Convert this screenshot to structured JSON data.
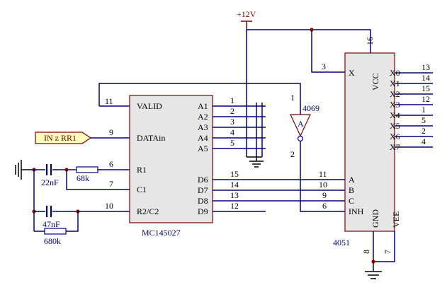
{
  "power": {
    "label": "+12V"
  },
  "input_port": {
    "label": "IN z RR1"
  },
  "u1": {
    "name": "MC145027",
    "left_pins": [
      {
        "name": "VALID",
        "num": "11"
      },
      {
        "name": "DATAin",
        "num": "9"
      },
      {
        "name": "R1",
        "num": "6"
      },
      {
        "name": "C1",
        "num": "7"
      },
      {
        "name": "R2/C2",
        "num": "10"
      }
    ],
    "right_pins": [
      {
        "name": "A1",
        "num": "1"
      },
      {
        "name": "A2",
        "num": "2"
      },
      {
        "name": "A3",
        "num": "3"
      },
      {
        "name": "A4",
        "num": "4"
      },
      {
        "name": "A5",
        "num": "5"
      },
      {
        "name": "D6",
        "num": "15"
      },
      {
        "name": "D7",
        "num": "14"
      },
      {
        "name": "D8",
        "num": "13"
      },
      {
        "name": "D9",
        "num": "12"
      }
    ]
  },
  "u2": {
    "name": "4051",
    "left_pins": [
      {
        "name": "X",
        "num": "3"
      },
      {
        "name": "A",
        "num": "11"
      },
      {
        "name": "B",
        "num": "10"
      },
      {
        "name": "C",
        "num": "9"
      },
      {
        "name": "INH",
        "num": "6"
      }
    ],
    "right_pins": [
      {
        "name": "X0",
        "num": "13"
      },
      {
        "name": "X1",
        "num": "14"
      },
      {
        "name": "X2",
        "num": "15"
      },
      {
        "name": "X3",
        "num": "12"
      },
      {
        "name": "X4",
        "num": "1"
      },
      {
        "name": "X5",
        "num": "5"
      },
      {
        "name": "X6",
        "num": "2"
      },
      {
        "name": "X7",
        "num": "4"
      }
    ],
    "top_pin": {
      "name": "VCC",
      "num": "16"
    },
    "bottom_pins": [
      {
        "name": "GND",
        "num": "8"
      },
      {
        "name": "VEE",
        "num": "7"
      }
    ]
  },
  "inverter": {
    "name": "4069",
    "symbol": "A",
    "in_pin": "1",
    "out_pin": "2"
  },
  "components": {
    "c1": "22nF",
    "r1": "68k",
    "c2": "47nF",
    "r2": "680k"
  },
  "colors": {
    "wire": "#000080",
    "body": "#e6e6e6",
    "outline": "#800000",
    "port_fill": "#ffffc0"
  }
}
